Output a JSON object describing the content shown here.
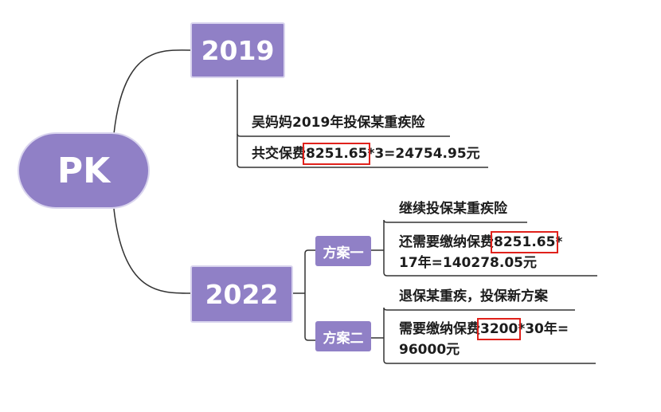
{
  "root": {
    "label": "PK"
  },
  "branch_2019": {
    "label": "2019",
    "line1": "吴妈妈2019年投保某重疾险",
    "line2_prefix": "共交保费",
    "line2_highlight": "8251.65",
    "line2_suffix": "*3=24754.95元"
  },
  "branch_2022": {
    "label": "2022",
    "plan1": {
      "label": "方案一",
      "line1": "继续投保某重疾险",
      "line2a_prefix": "还需要缴纳保费",
      "line2a_highlight": "8251.65",
      "line2a_suffix": "*",
      "line2b": "17年=140278.05元"
    },
    "plan2": {
      "label": "方案二",
      "line1": "退保某重疾，投保新方案",
      "line2a_prefix": "需要缴纳保费",
      "line2a_highlight": "3200",
      "line2a_suffix": "*30年=",
      "line2b": "96000元"
    }
  },
  "colors": {
    "node": "#9080c6",
    "highlight": "#e0211b",
    "line": "#333333"
  }
}
